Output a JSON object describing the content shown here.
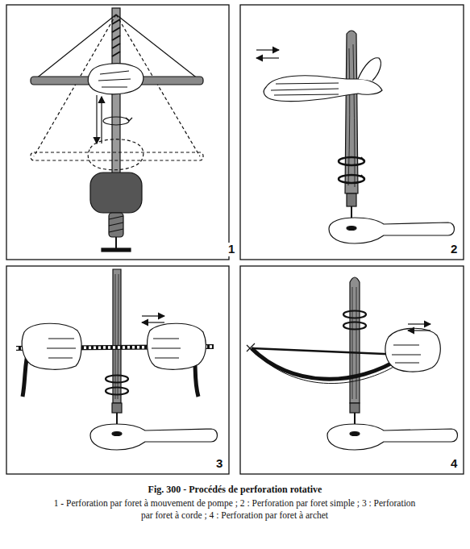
{
  "diagram": {
    "title": "Fig. 300 - Procédés de perforation rotative",
    "caption": "1 - Perforation par foret à mouvement de pompe ; 2 : Perforation par foret simple ; 3 : Perforation par foret à corde ; 4 : Perforation par foret à archet",
    "labels": [
      "1",
      "2",
      "3",
      "4"
    ]
  }
}
